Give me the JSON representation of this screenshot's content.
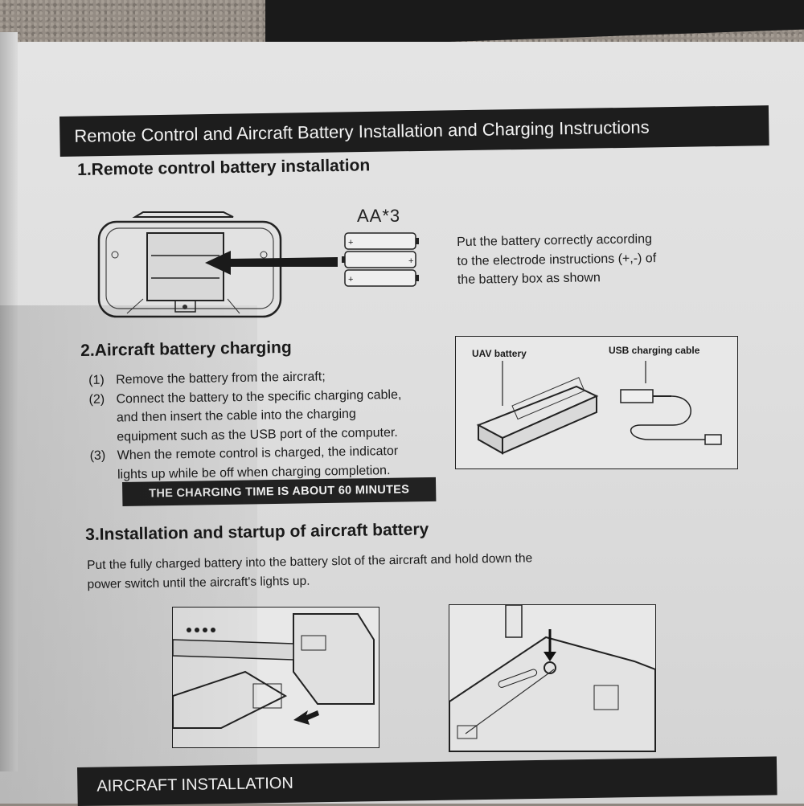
{
  "header": {
    "title": "Remote Control and Aircraft Battery Installation and Charging Instructions"
  },
  "section1": {
    "heading": "1.Remote control battery installation",
    "battery_label": "AA*3",
    "instruction_lines": [
      "Put the battery correctly according",
      "to the electrode instructions (+,-) of",
      "the battery box as shown"
    ]
  },
  "section2": {
    "heading": "2.Aircraft battery charging",
    "steps": [
      {
        "num": "(1)",
        "lines": [
          "Remove the battery from the aircraft;"
        ]
      },
      {
        "num": "(2)",
        "lines": [
          "Connect the battery to the specific charging cable,",
          "and then insert the cable into the charging",
          "equipment such as the USB port of the computer."
        ]
      },
      {
        "num": "(3)",
        "lines": [
          "When the remote control is charged, the indicator",
          "lights up while be off when charging completion."
        ]
      }
    ],
    "note": "THE CHARGING TIME IS ABOUT 60 MINUTES",
    "diagram": {
      "uav_label": "UAV battery",
      "cable_label": "USB charging cable"
    }
  },
  "section3": {
    "heading": "3.Installation and startup of aircraft battery",
    "lines": [
      "Put the fully charged battery into the battery slot of the aircraft and hold down the",
      "power switch until the aircraft's lights up."
    ]
  },
  "footer": {
    "title": "AIRCRAFT INSTALLATION"
  }
}
